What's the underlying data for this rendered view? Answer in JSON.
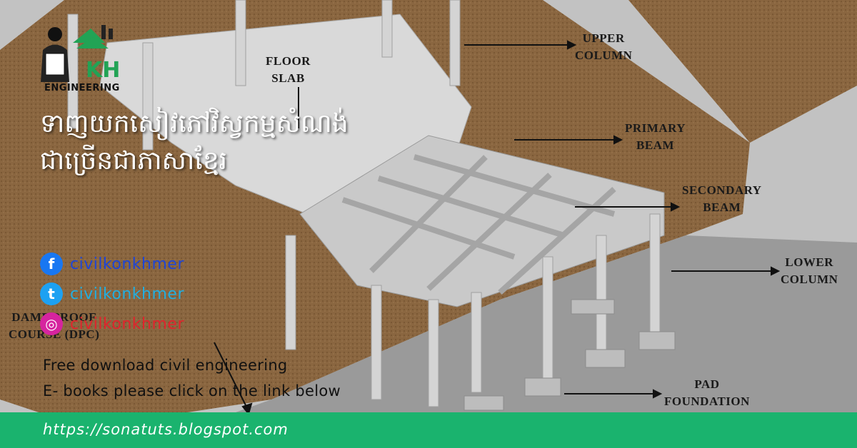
{
  "logo": {
    "letters": "KH",
    "text": "ENGINEERING"
  },
  "diagram_labels": {
    "upper_column": [
      "UPPER",
      "COLUMN"
    ],
    "floor_slab": [
      "FLOOR",
      "SLAB"
    ],
    "primary_beam": [
      "PRIMARY",
      "BEAM"
    ],
    "secondary_beam": [
      "SECONDARY",
      "BEAM"
    ],
    "lower_column": [
      "LOWER",
      "COLUMN"
    ],
    "dpc": [
      "DAMP PROOF",
      "COURSE (DPC)"
    ],
    "pad_foundation": [
      "PAD",
      "FOUNDATION"
    ]
  },
  "headline": {
    "line1": "ទាញយកសៀវភៅវិស្វកម្មសំណង់",
    "line2": "ជាច្រើនជាភាសាខ្មែរ"
  },
  "social": [
    {
      "icon": "facebook-icon",
      "glyph": "f",
      "handle": "civilkonkhmer",
      "color": "#1e45d6",
      "icon_bg": "#1877f2"
    },
    {
      "icon": "twitter-icon",
      "glyph": "t",
      "handle": "civilkonkhmer",
      "color": "#22aee0",
      "icon_bg": "#1da1f2"
    },
    {
      "icon": "instagram-icon",
      "glyph": "◎",
      "handle": "civilkonkhmer",
      "color": "#e0242c",
      "icon_bg": "#d6249f"
    }
  ],
  "promo": {
    "line1": "Free download civil engineering",
    "line2": "E- books please click on the link below"
  },
  "footer": {
    "url": "https://sonatuts.blogspot.com",
    "bg": "#1ab36e"
  }
}
